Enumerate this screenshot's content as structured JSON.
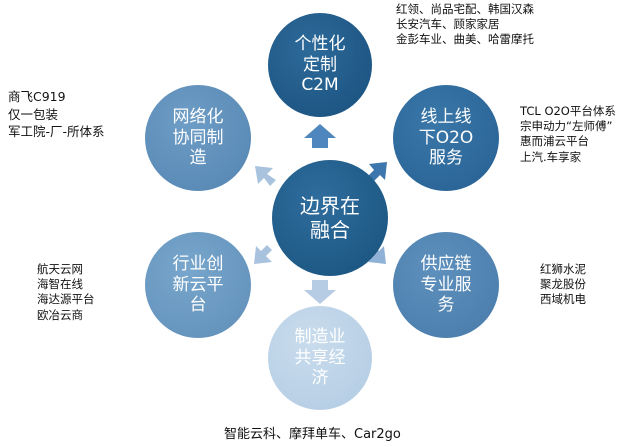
{
  "center": {
    "label": "边界在\n融合"
  },
  "nodes": {
    "top": {
      "label": "个性化\n定制\nC2M"
    },
    "top_left": {
      "label": "网络化\n协同制\n造"
    },
    "top_right": {
      "label": "线上线\n下O2O\n服务"
    },
    "bottom_left": {
      "label": "行业创\n新云平\n台"
    },
    "bottom_right": {
      "label": "供应链\n专业服\n务"
    },
    "bottom": {
      "label": "制造业\n共享经\n济"
    }
  },
  "annotations": {
    "top": [
      "红领、尚品宅配、韩国汉森",
      "长安汽车、顾家家居",
      "金彭车业、曲美、哈雷摩托"
    ],
    "top_left": [
      "商飞C919",
      "仅一包装",
      "军工院-厂-所体系"
    ],
    "top_right": [
      "TCL O2O平台体系",
      "宗申动力“左师傅”",
      "惠而浦云平台",
      "上汽.车享家"
    ],
    "bottom_left": [
      "航天云网",
      "海智在线",
      "海达源平台",
      "欧冶云商"
    ],
    "bottom_right": [
      "红狮水泥",
      "聚龙股份",
      "西域机电"
    ],
    "bottom": [
      "智能云科、摩拜单车、Car2go"
    ]
  },
  "colors": {
    "dark_blue": "#1f5a86",
    "mid_blue": "#2c6698",
    "light_blue": "#6594bd",
    "pale_blue": "#b7cfe5",
    "arrow": "#5b8fc4"
  }
}
